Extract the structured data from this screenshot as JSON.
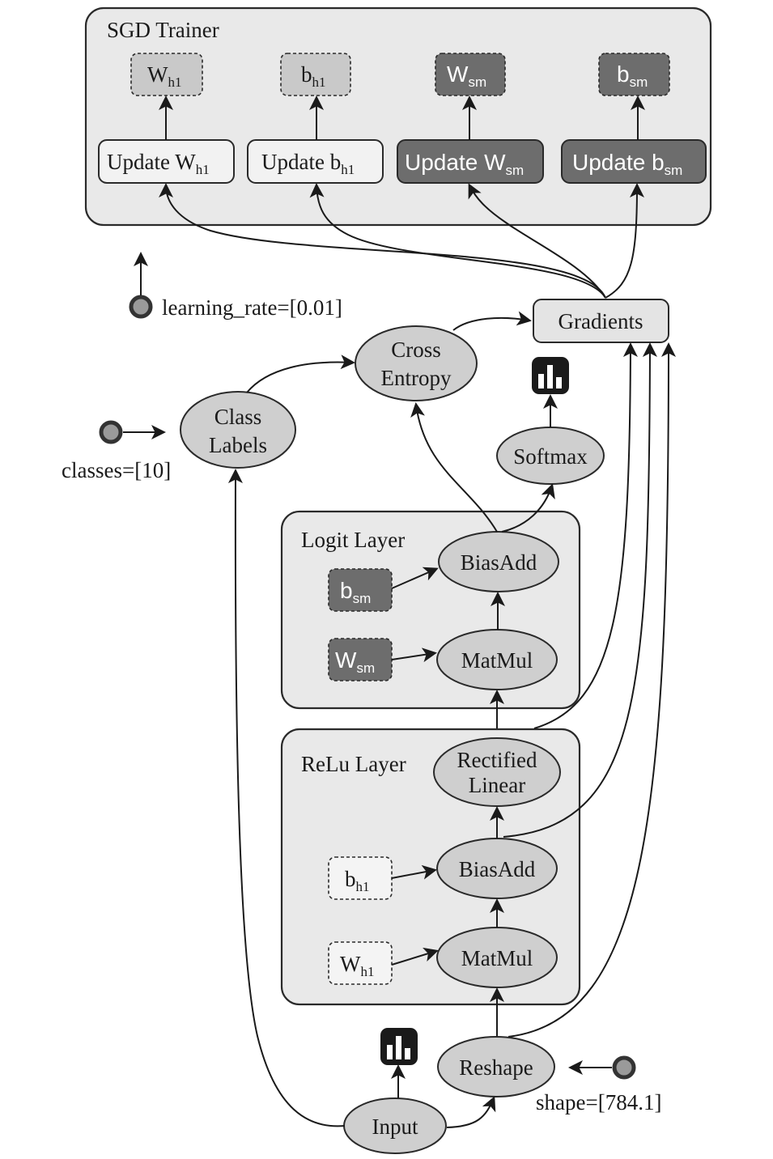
{
  "groups": {
    "sgd": "SGD Trainer",
    "logit": "Logit Layer",
    "relu": "ReLu Layer"
  },
  "trainer": {
    "vars": [
      {
        "base": "W",
        "sub": "h1"
      },
      {
        "base": "b",
        "sub": "h1"
      },
      {
        "base": "W",
        "sub": "sm"
      },
      {
        "base": "b",
        "sub": "sm"
      }
    ],
    "updates": [
      {
        "base": "Update W",
        "sub": "h1"
      },
      {
        "base": "Update b",
        "sub": "h1"
      },
      {
        "base": "Update W",
        "sub": "sm"
      },
      {
        "base": "Update b",
        "sub": "sm"
      }
    ]
  },
  "nodes": {
    "gradients": "Gradients",
    "cross_entropy": [
      "Cross",
      "Entropy"
    ],
    "class_labels": [
      "Class",
      "Labels"
    ],
    "softmax": "Softmax",
    "logit_biasadd": "BiasAdd",
    "logit_matmul": "MatMul",
    "rectified_linear": [
      "Rectified",
      "Linear"
    ],
    "relu_biasadd": "BiasAdd",
    "relu_matmul": "MatMul",
    "reshape": "Reshape",
    "input": "Input"
  },
  "layer_vars": {
    "b_sm": {
      "base": "b",
      "sub": "sm"
    },
    "w_sm": {
      "base": "W",
      "sub": "sm"
    },
    "b_h1": {
      "base": "b",
      "sub": "h1"
    },
    "w_h1": {
      "base": "W",
      "sub": "h1"
    }
  },
  "params": {
    "learning_rate": "learning_rate=[0.01]",
    "classes": "classes=[10]",
    "shape": "shape=[784.1]"
  },
  "icons": [
    "bar-chart-icon",
    "bar-chart-icon"
  ],
  "colors": {
    "group_fill": "#e9e9e9",
    "node_fill": "#cfcfcf",
    "dark_fill": "#6d6d6d",
    "stroke": "#2a2a2a"
  }
}
